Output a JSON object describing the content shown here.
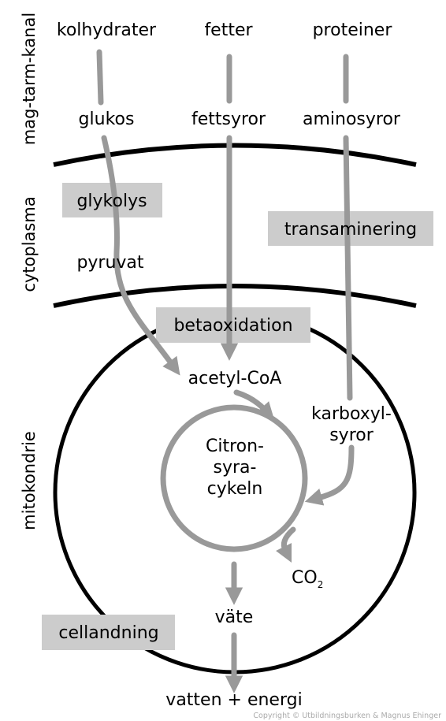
{
  "regions": {
    "gut": "mag-tarm-kanal",
    "cytoplasm": "cytoplasma",
    "mitochondrion": "mitokondrie"
  },
  "nutrients": {
    "carbs": "kolhydrater",
    "fats": "fetter",
    "proteins": "proteiner"
  },
  "breakdown": {
    "glucose": "glukos",
    "fatty_acids": "fettsyror",
    "amino_acids": "aminosyror"
  },
  "processes": {
    "glycolysis": "glykolys",
    "transamination": "transaminering",
    "beta_oxidation": "betaoxidation",
    "cellular_respiration": "cellandning"
  },
  "intermediates": {
    "pyruvate": "pyruvat",
    "acetyl_coa": "acetyl-CoA",
    "carboxylic_acids": [
      "karboxyl-",
      "syror"
    ],
    "citric_cycle": [
      "Citron-",
      "syra-",
      "cykeln"
    ],
    "co2_base": "CO",
    "co2_sub": "2",
    "hydrogen": "väte",
    "final_products": "vatten + energi"
  },
  "copyright": "Copyright © Utbildningsburken & Magnus Ehinger",
  "colors": {
    "pathway": "#999999",
    "process_box": "#cccccc",
    "membrane": "#000000"
  }
}
